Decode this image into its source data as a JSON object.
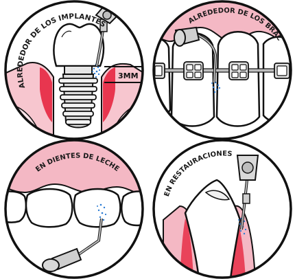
{
  "panels": [
    {
      "id": "implants",
      "label": "ALREDEDOR DE LOS IMPLANTES"
    },
    {
      "id": "brackets",
      "label": "ALREDEDOR DE LOS BRACKETS"
    },
    {
      "id": "baby_teeth",
      "label": "EN DIENTES DE LECHE"
    },
    {
      "id": "restorations",
      "label": "EN RESTAURACIONES"
    }
  ],
  "measurement": {
    "label": "3MM"
  },
  "colors": {
    "gum": "#f4b8c4",
    "gum_dark": "#d7325a",
    "gum_red": "#e8364f",
    "tooth": "#ffffff",
    "outline": "#111111",
    "metal": "#bdbdbd",
    "water": "#2a7bd4"
  }
}
